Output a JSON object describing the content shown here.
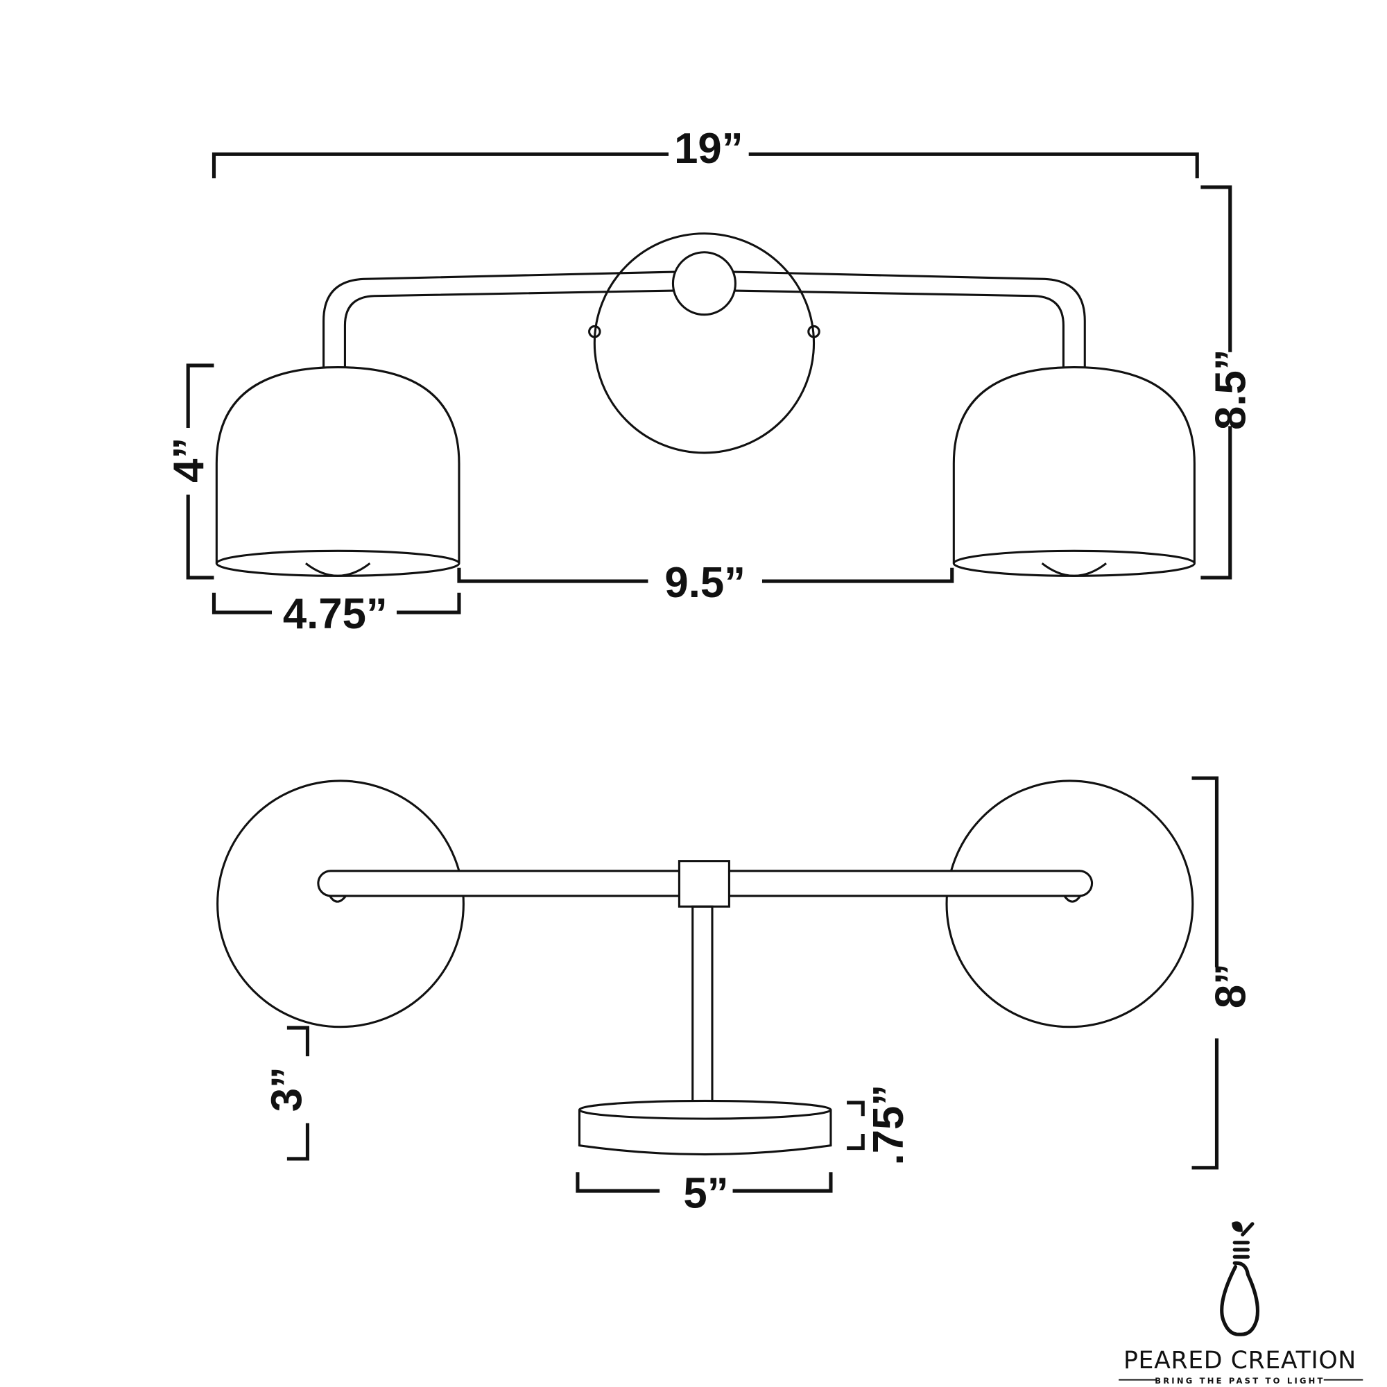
{
  "front_view": {
    "overall_width": "19”",
    "overall_height": "8.5”",
    "shade_height": "4”",
    "shade_width": "4.75”",
    "shade_spacing": "9.5”"
  },
  "top_view": {
    "depth": "8”",
    "shade_offset": "3”",
    "backplate_thickness": ".75”",
    "backplate_diameter": "5”"
  },
  "logo": {
    "name": "PEARED CREATION",
    "tagline": "BRING THE PAST TO LIGHT"
  }
}
